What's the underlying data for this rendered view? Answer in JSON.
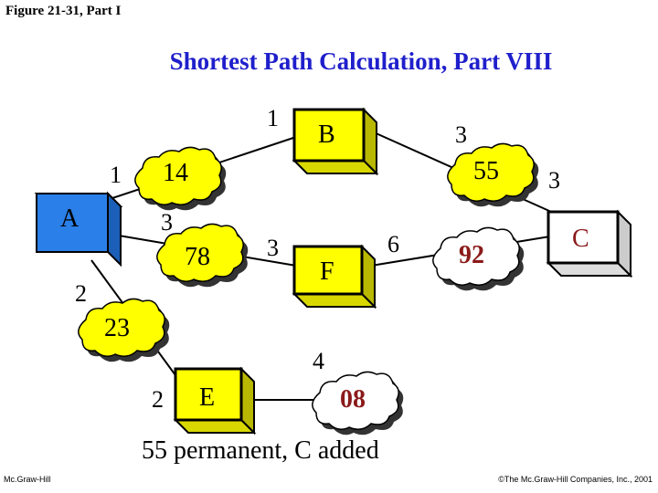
{
  "figure_label": "Figure 21-31, Part I",
  "title": "Shortest Path Calculation, Part VIII",
  "caption": "55 permanent, C added",
  "footer": {
    "left": "Mc.Graw-Hill",
    "right": "©The Mc.Graw-Hill Companies, Inc., 2001"
  },
  "colors": {
    "title": "#1f1fcc",
    "node_yellow": "#ffff00",
    "node_blue": "#2b7fe8",
    "node_white": "#ffffff",
    "cloud_yellow": "#ffff00",
    "cloud_white": "#ffffff",
    "new_value": "#8b1a1a"
  },
  "nodes": {
    "A": "A",
    "B": "B",
    "C": "C",
    "E": "E",
    "F": "F"
  },
  "clouds": {
    "B": "14",
    "C": "55",
    "F": "78",
    "E": "23",
    "C_new": "92",
    "new_08": "08"
  },
  "edge_labels": {
    "A_B": "1",
    "B_C_top": "1",
    "B_C": "3",
    "C_side": "3",
    "A_F": "3",
    "F_left": "3",
    "F_C": "6",
    "A_E": "2",
    "E_left": "2",
    "E_F": "4"
  }
}
